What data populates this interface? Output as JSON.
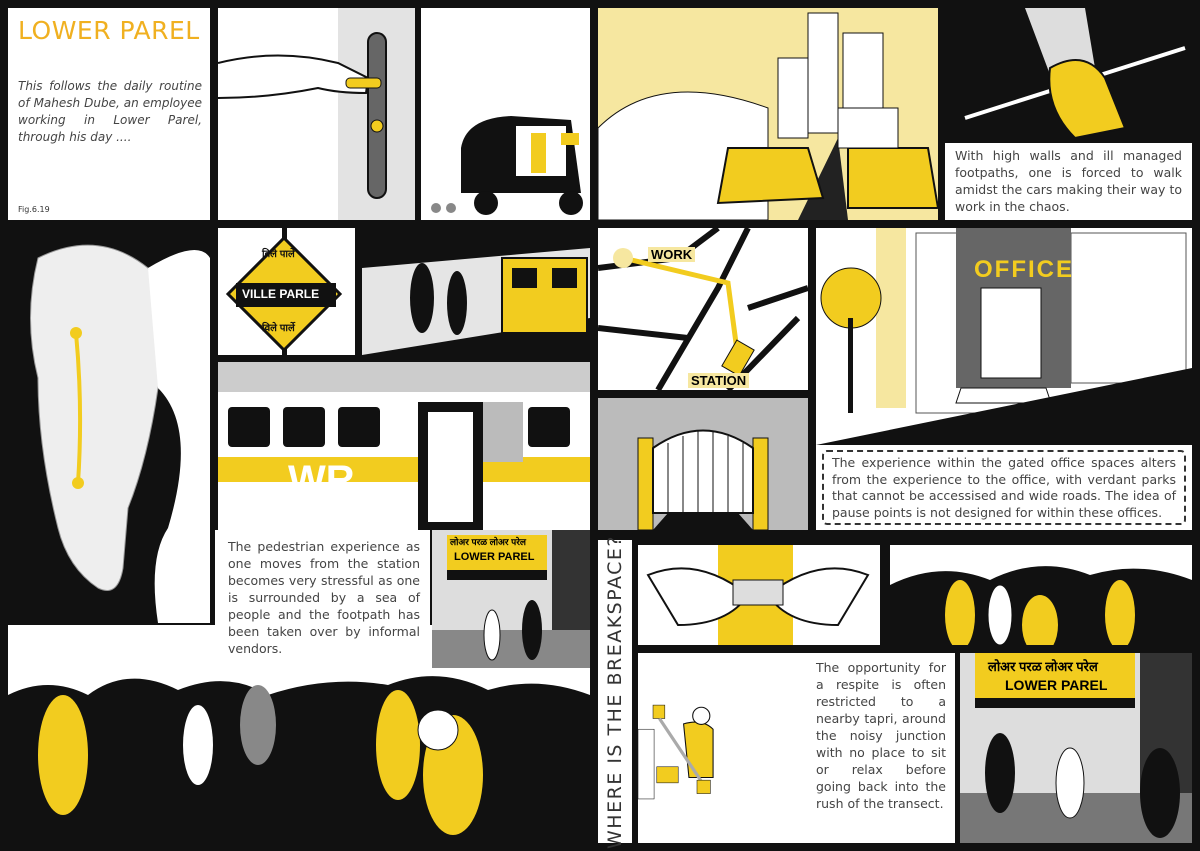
{
  "title": "LOWER PAREL",
  "intro": "This follows the daily routine of Mahesh Dube, an employee working in Lower Parel, through his day ....",
  "figure_label": "Fig.6.19",
  "captions": {
    "walls": "With high walls and ill managed footpaths, one is forced to walk amidst the cars making their way to work in the chaos.",
    "office": "The experience within the gated office spaces alters from the experience to the office, with verdant parks that cannot be accessised and wide roads. The idea of pause points is not designed for within these offices.",
    "pedestrian": "The pedestrian experience as one moves from the station becomes very stressful as one is surrounded by a sea of people and the footpath has been taken over by informal vendors.",
    "tapri": "The opportunity for a respite is often restricted to a nearby tapri, around the noisy junction with no place to sit or relax before going back into the rush of the transect."
  },
  "signs": {
    "station_hindi": "विले पार्ले",
    "station_en": "VILLE PARLE",
    "train_line": "WR",
    "map_work": "WORK",
    "map_station": "STATION",
    "office": "OFFICE",
    "lp_marathi": "लोअर परळ लोअर परेल",
    "lp_en": "LOWER PAREL"
  },
  "vertical_heading": "WHERE IS THE BREAKSPACE?",
  "colors": {
    "accent": "#f2cc1f",
    "title": "#f0b020",
    "ink": "#111111"
  }
}
